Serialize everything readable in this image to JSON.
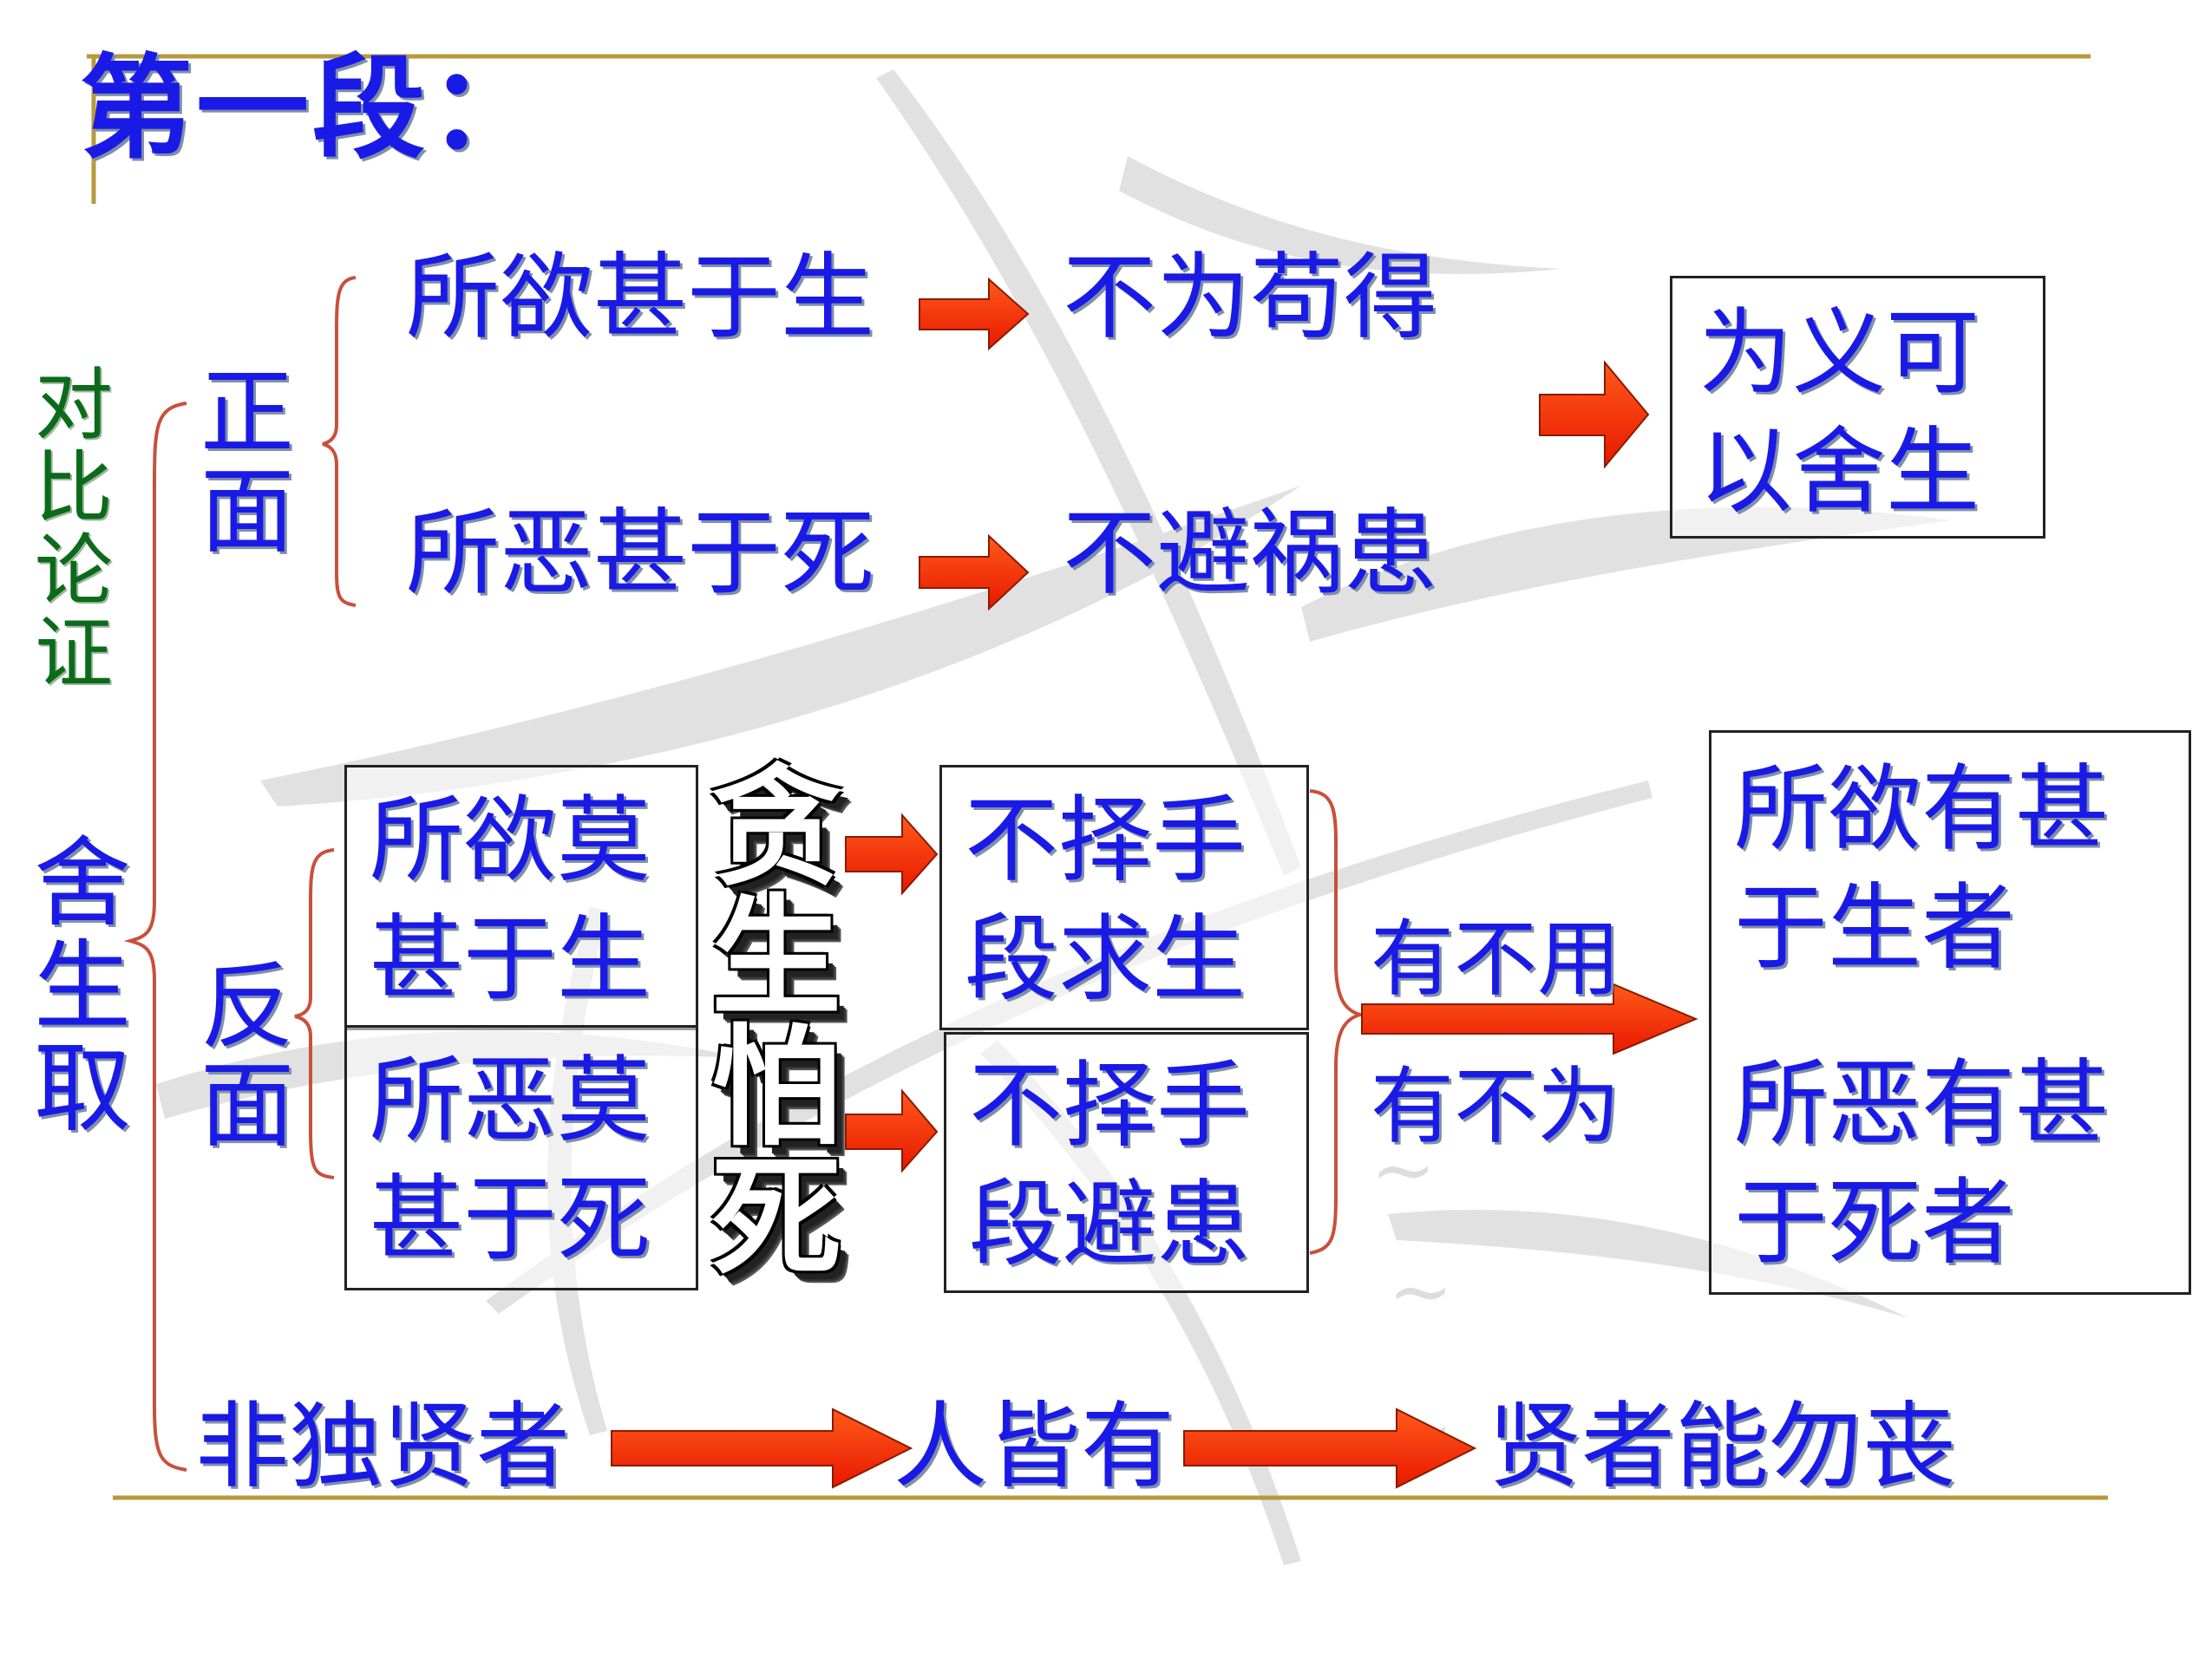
{
  "title": "第一段：",
  "left_labels": {
    "contrast": "对比论证",
    "choose": "舍生取"
  },
  "positive": {
    "label": "正面",
    "row1": {
      "cause": "所欲甚于生",
      "effect": "不为苟得"
    },
    "row2": {
      "cause": "所恶甚于死",
      "effect": "不避祸患"
    },
    "result": "为义可以舍生"
  },
  "negative": {
    "label": "反面",
    "cause1": "所欲莫甚于生",
    "cause2": "所恶莫甚于死",
    "wordart": "贪生怕死",
    "effect1": "不择手段求生",
    "effect2": "不择手段避患",
    "arrow_top": "有不用",
    "arrow_bottom": "有不为",
    "result_top": "所欲有甚于生者",
    "result_bottom": "所恶有甚于死者"
  },
  "bottom": {
    "part1": "非独贤者",
    "part2": "人皆有",
    "part3": "贤者能勿丧"
  },
  "colors": {
    "text": "#1a1ae6",
    "accent": "#0b6b1a",
    "arrow": "#ff2a00",
    "bracket": "#c8503c",
    "rule": "#b89a3c"
  }
}
